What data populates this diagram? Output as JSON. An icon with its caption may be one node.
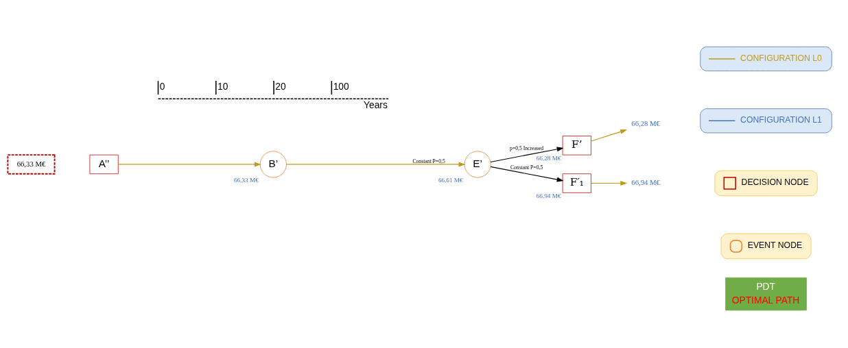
{
  "diagram": {
    "nodes": [
      {
        "text": [
          "66,33 M€"
        ]
      },
      {
        "text": [
          "A’’"
        ]
      },
      {
        "text": [
          "B’"
        ],
        "beside": [
          "66,33 M€"
        ]
      },
      {
        "text": [
          "E’"
        ],
        "beside": [
          "66,61 M€"
        ]
      },
      {
        "text": [
          "F’"
        ],
        "beside": [
          "66,28 M€"
        ]
      },
      {
        "text": [
          "F′₁"
        ],
        "beside": [
          "66,94 M€"
        ]
      },
      {
        "text": [
          "66,28 M€"
        ]
      },
      {
        "text": [
          "66,94 M€"
        ]
      },
      {
        "text": [
          "PDT",
          "OPTIMAL PATH"
        ]
      }
    ],
    "edges": [
      {
        "from": 1,
        "to": 2,
        "arrow": "to"
      },
      {
        "from": 2,
        "to": 3,
        "arrow": "to",
        "label": "Constant P=0,5"
      },
      {
        "from": 3,
        "to": 4,
        "arrow": "to",
        "label": "p=0,5 Increased",
        "color": "#000000"
      },
      {
        "from": 3,
        "to": 5,
        "arrow": "to",
        "label": "Constant P=0,5",
        "color": "#000000"
      },
      {
        "from": 4,
        "to": 6,
        "arrow": "to"
      },
      {
        "from": 5,
        "to": 7,
        "arrow": "to"
      }
    ],
    "labels": [
      "0",
      "10",
      "20",
      "100",
      "Years"
    ],
    "legend": [
      {
        "text": "CONFIGURATION L0"
      },
      {
        "text": "CONFIGURATION L1"
      },
      {
        "text": "DECISION NODE"
      },
      {
        "text": "EVENT NODE"
      }
    ]
  }
}
